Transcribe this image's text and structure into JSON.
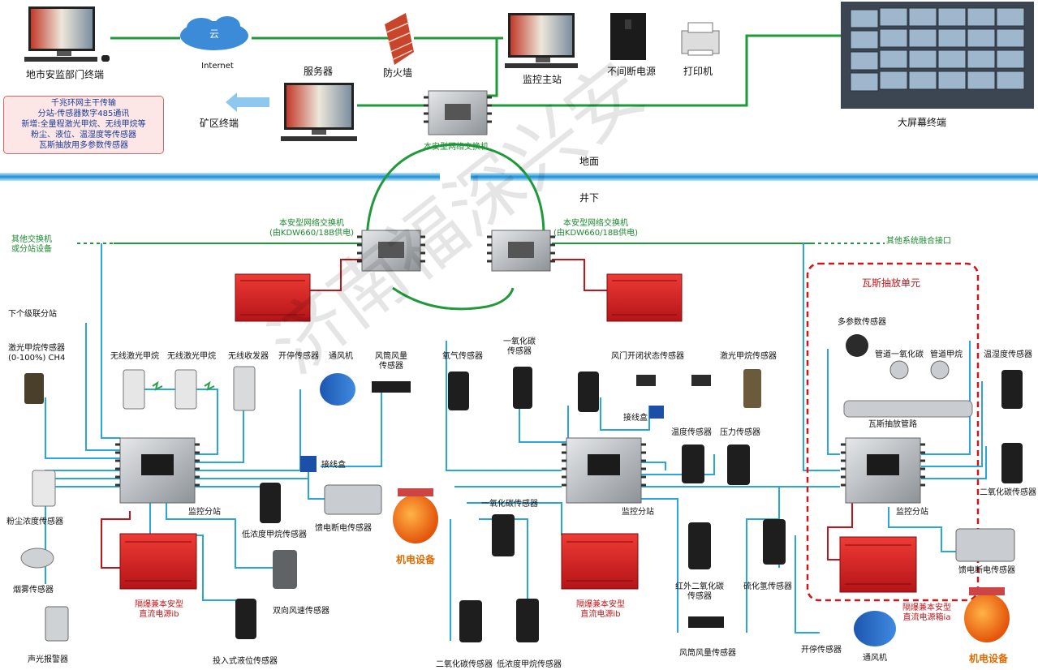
{
  "colors": {
    "ground_band": "#1b8fd6",
    "green_line": "#1f9a3a",
    "cable_blue": "#2aa6d8",
    "power_red": "#c0161a",
    "psu_red": "#d42020"
  },
  "info_box": [
    "千兆环网主干传输",
    "分站-传感器数字485通讯",
    "新增:全量程激光甲烷、无线甲烷等",
    "粉尘、液位、温湿度等传感器",
    "瓦斯抽放用多参数传感器"
  ],
  "top": {
    "city_terminal": "地市安监部门终端",
    "cloud": "云",
    "internet": "Internet",
    "firewall": "防火墙",
    "server": "服务器",
    "monitor_station": "监控主站",
    "ups": "不间断电源",
    "printer": "打印机",
    "big_screen": "大屏幕终端",
    "mine_terminal": "矿区终端",
    "surface_switch": "本安型网络交换机"
  },
  "levels": {
    "ground": "地面",
    "underground": "井下"
  },
  "underground": {
    "switch_left": "本安型网络交换机\n(由KDW660/18B供电)",
    "switch_right": "本安型网络交换机\n(由KDW660/18B供电)",
    "other_switch": "其他交换机\n或分站设备",
    "other_interface": "其他系统融合接口",
    "next_level": "下个级联分站",
    "gas_unit": "瓦斯抽放单元",
    "monitor_substation": "监控分站",
    "junction_box": "接线盒",
    "psu": "隔爆兼本安型\n直流电源ib",
    "psu_ia": "隔爆兼本安型\n直流电源箱ia",
    "mech": "机电设备"
  },
  "sensors": {
    "laser_ch4_range": "激光甲烷传感器\n(0-100%) CH4",
    "wireless_ch4_1": "无线激光甲烷",
    "wireless_ch4_2": "无线激光甲烷",
    "wireless_receiver": "无线收发器",
    "stop_sensor": "开停传感器",
    "fan": "通风机",
    "duct_airflow": "风筒风量\n传感器",
    "dust": "粉尘浓度传感器",
    "smoke": "烟雾传感器",
    "alarm": "声光报警器",
    "low_ch4": "低浓度甲烷传感器",
    "wind_speed": "双向风速传感器",
    "level": "投入式液位传感器",
    "feed_off": "馈电断电传感器",
    "o2": "氧气传感器",
    "co_top": "一氧化碳\n传感器",
    "door_state": "风门开闭状态传感器",
    "laser_ch4": "激光甲烷传感器",
    "temp": "温度传感器",
    "pressure": "压力传感器",
    "co_mid": "一氧化碳传感器",
    "co2": "二氧化碳传感器",
    "low_ch4_b": "低浓度甲烷传感器",
    "ir_co2": "红外二氧化碳\n传感器",
    "duct_airflow_b": "风筒风量传感器",
    "h2s": "硫化氢传感器",
    "multi_param": "多参数传感器",
    "pipe_co": "管道一氧化碳",
    "pipe_ch4": "管道甲烷",
    "gas_pipe": "瓦斯抽放管路",
    "humid_temp": "温湿度传感器",
    "co2_right": "二氧化碳传感器",
    "feed_off_right": "馈电断电传感器",
    "stop_sensor_right": "开停传感器",
    "fan_right": "通风机",
    "mech_right": "机电设备"
  },
  "watermark": "济南福深兴安"
}
